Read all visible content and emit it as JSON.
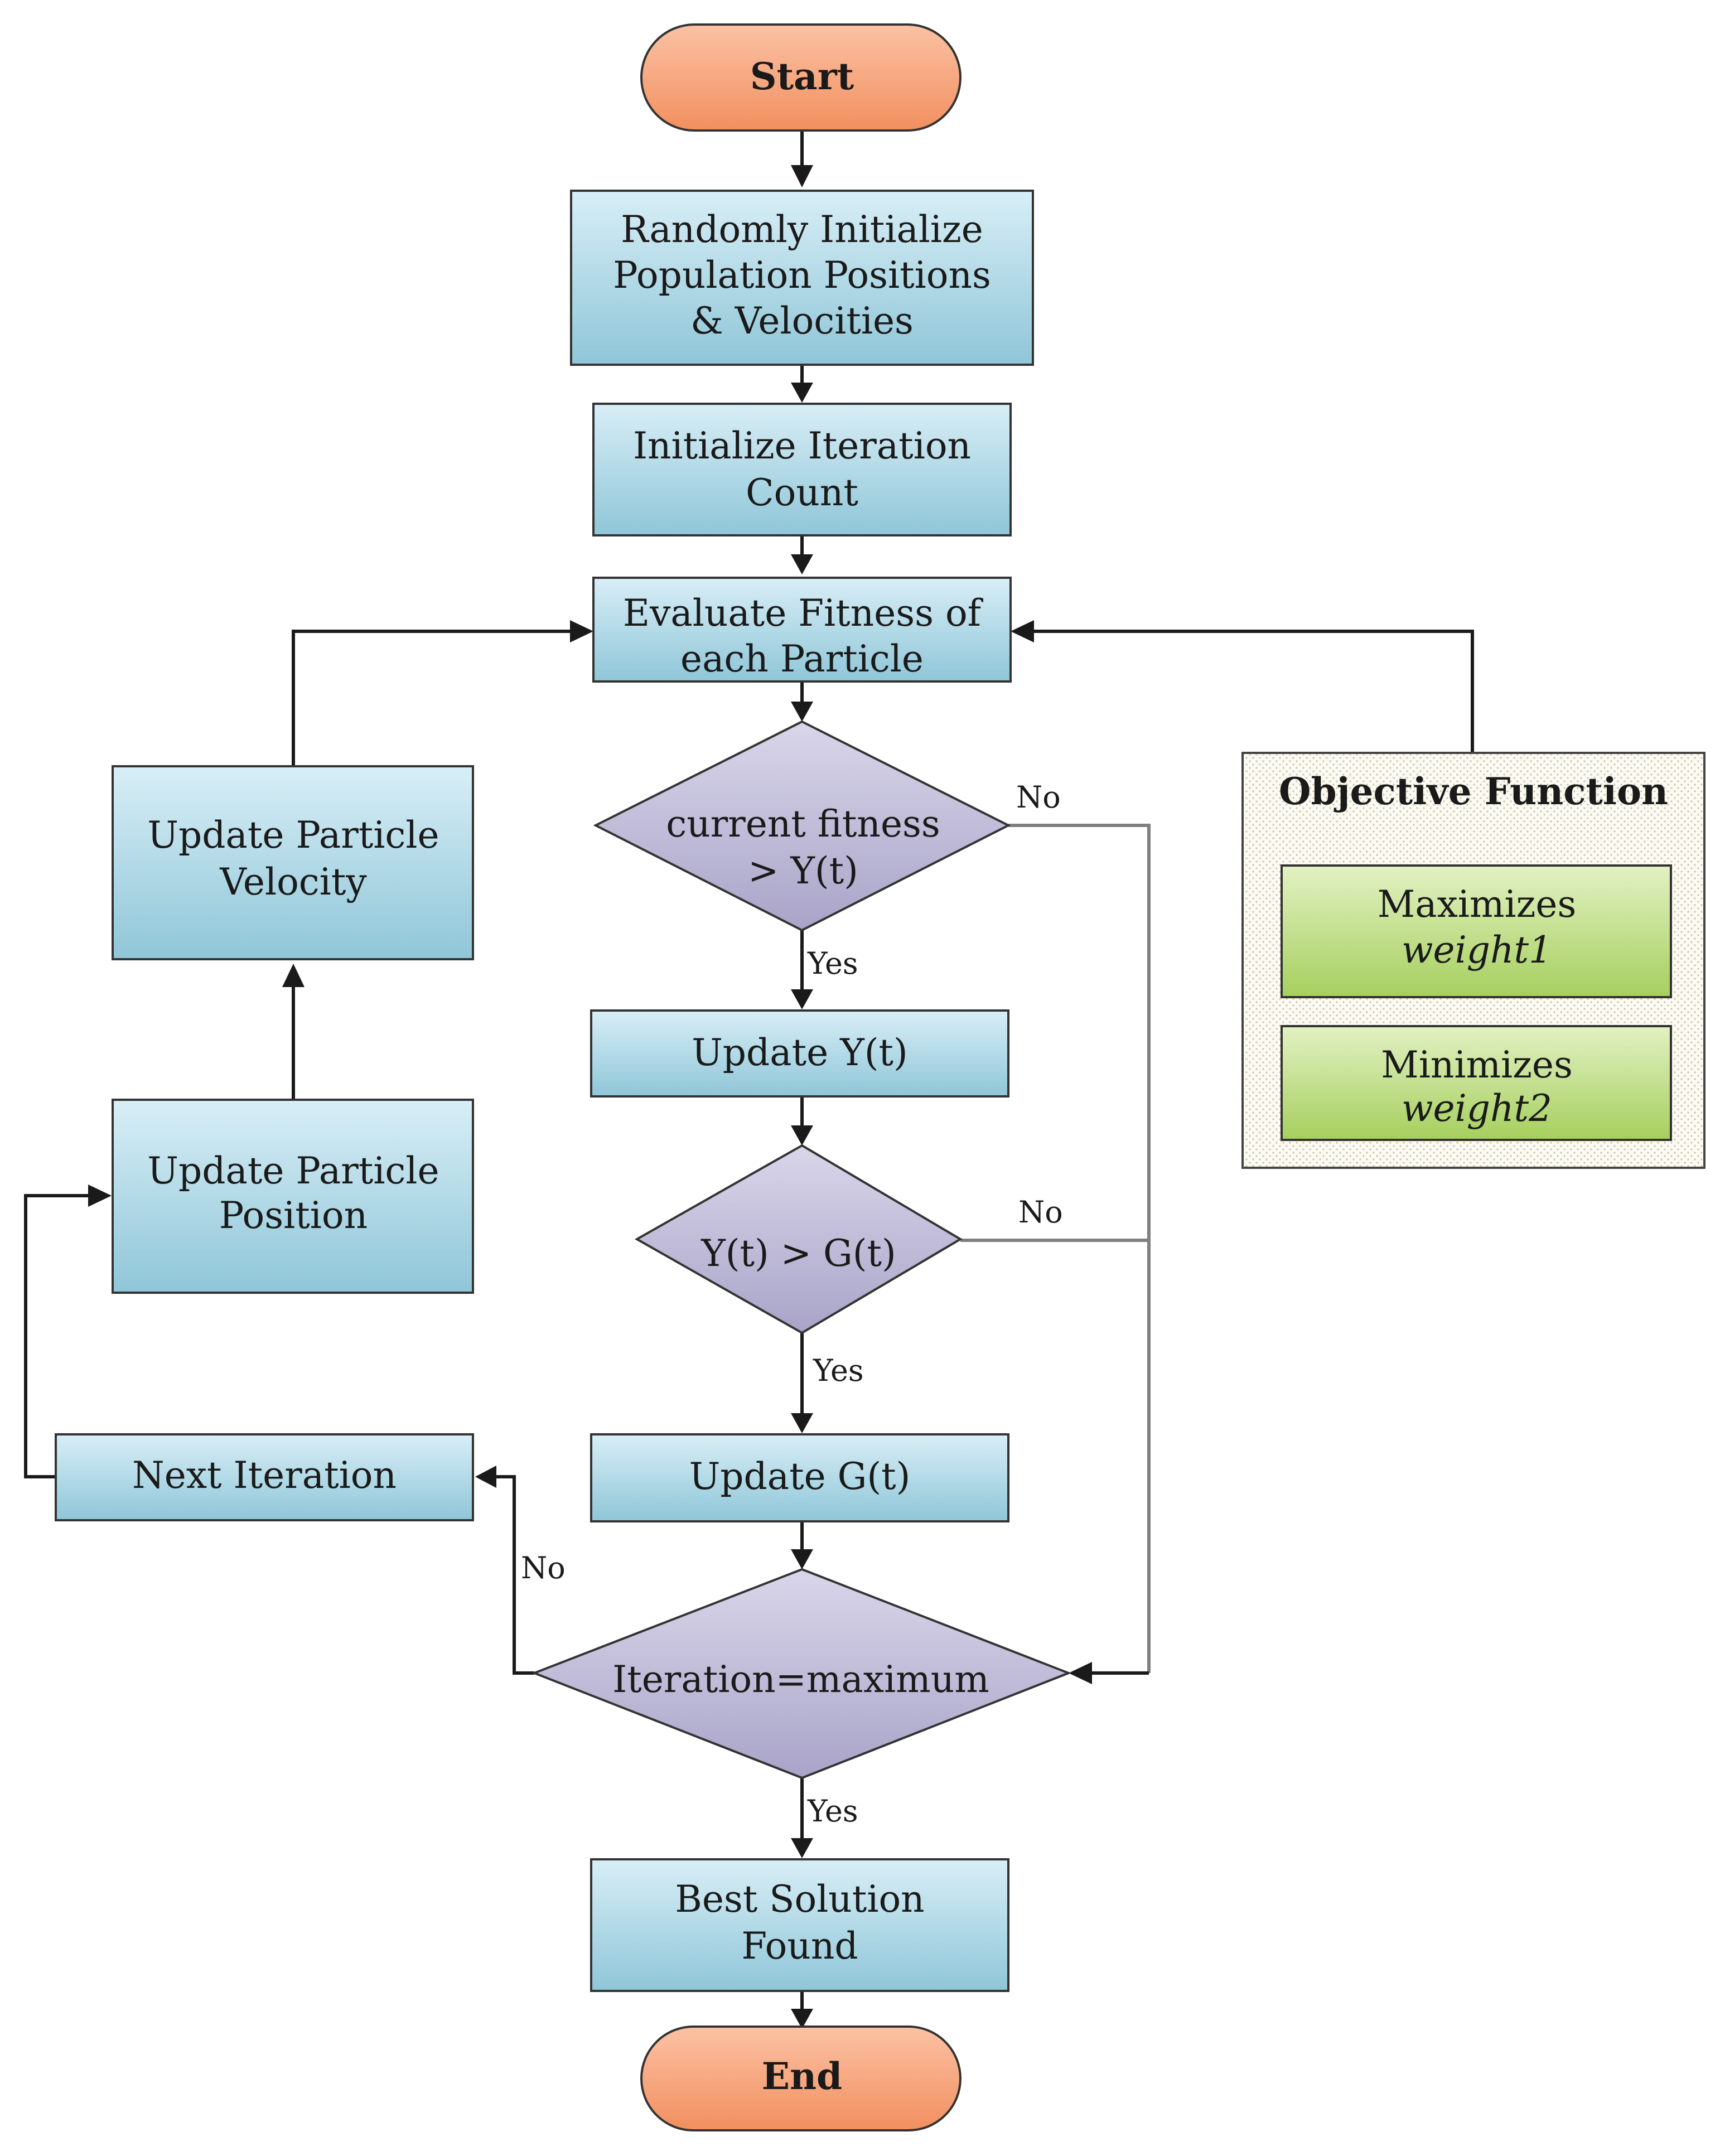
{
  "nodes": {
    "start": "Start",
    "init_positions": [
      "Randomly Initialize",
      "Population Positions",
      "& Velocities"
    ],
    "init_iteration": [
      "Initialize Iteration",
      "Count"
    ],
    "evaluate_fitness": [
      "Evaluate Fitness of",
      "each Particle"
    ],
    "decision_fitness": [
      "current fitness",
      "> Y(t)"
    ],
    "update_y": "Update Y(t)",
    "decision_y_g": "Y(t) > G(t)",
    "update_g": "Update G(t)",
    "decision_iteration": "Iteration=maximum",
    "best_solution": [
      "Best Solution",
      "Found"
    ],
    "end": "End",
    "update_velocity": [
      "Update Particle",
      "Velocity"
    ],
    "update_position": [
      "Update Particle",
      "Position"
    ],
    "next_iteration": "Next Iteration"
  },
  "objective": {
    "title": "Objective Function",
    "maximize": [
      "Maximizes",
      "weight1"
    ],
    "minimize": [
      "Minimizes",
      "weight2"
    ]
  },
  "edge_labels": {
    "no": "No",
    "yes": "Yes"
  },
  "colors": {
    "terminal_fill": "#f7a27b",
    "process_fill_top": "#d6edf5",
    "process_fill_bottom": "#8fc7d9",
    "decision_fill": "#bfbbd6",
    "objective_fill": "#c4e08a",
    "line": "#1a1a1a",
    "gray_line": "#808080"
  }
}
